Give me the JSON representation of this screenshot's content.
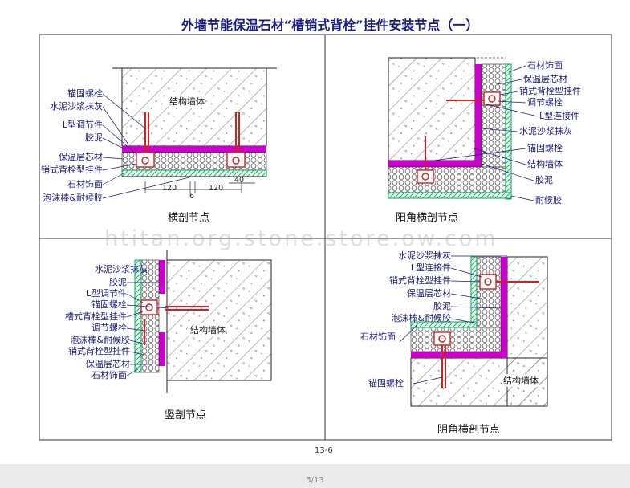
{
  "title": "外墙节能保温石材“槽销式背栓”挂件安装节点（一）",
  "sheet_number": "13-6",
  "page_indicator": "5/13",
  "watermark": "htitan.org.stone.store.ow.com",
  "colors": {
    "label": "#1a1a7a",
    "insulation_foam": "#cc00cc",
    "fastener": "#cc2222",
    "stone": "#00aa55"
  },
  "panels": {
    "top_left": {
      "caption": "横剖节点",
      "wall_label": "结构墙体",
      "labels": [
        "锚固螺栓",
        "水泥沙浆抹灰",
        "L型调节件",
        "胶泥",
        "保温层芯材",
        "销式背栓型挂件",
        "石材饰面",
        "泡沫棒&耐候胶"
      ],
      "dimensions": [
        "120",
        "6",
        "120",
        "40"
      ]
    },
    "top_right": {
      "caption": "阳角横剖节点",
      "labels": [
        "石材饰面",
        "保温层芯材",
        "销式背栓型挂件",
        "调节螺栓",
        "L型连接件",
        "水泥沙浆抹灰",
        "锚固螺栓",
        "结构墙体",
        "胶泥",
        "耐候胶"
      ]
    },
    "bottom_left": {
      "caption": "竖剖节点",
      "wall_label": "结构墙体",
      "labels": [
        "水泥沙浆抹灰",
        "胶泥",
        "L型调节件",
        "锚固螺栓",
        "槽式背栓型挂件",
        "调节螺栓",
        "泡沫棒&耐候胶",
        "销式背栓型挂件",
        "保温层芯材",
        "石材饰面"
      ]
    },
    "bottom_right": {
      "caption": "阴角横剖节点",
      "wall_label": "结构墙体",
      "labels": [
        "水泥沙浆抹灰",
        "L型连接件",
        "销式背栓型挂件",
        "保温层芯材",
        "胶泥",
        "泡沫棒&耐候胶",
        "石材饰面",
        "锚固螺栓"
      ]
    }
  }
}
